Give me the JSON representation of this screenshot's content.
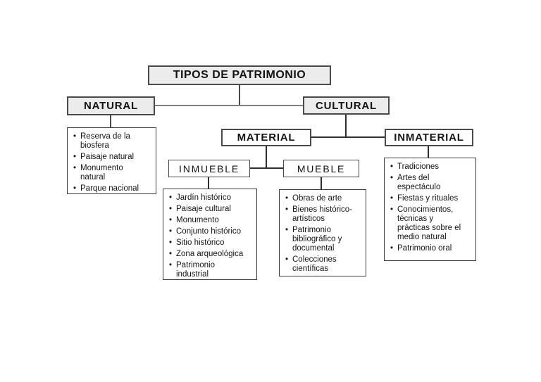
{
  "title": "TIPOS DE PATRIMONIO",
  "nodes": {
    "natural": "NATURAL",
    "cultural": "CULTURAL",
    "material": "MATERIAL",
    "inmaterial": "INMATERIAL",
    "inmueble": "INMUEBLE",
    "mueble": "MUEBLE"
  },
  "lists": {
    "natural": {
      "items": [
        "Reserva de la biosfera",
        "Paisaje natural",
        "Monumento natural",
        "Parque nacional"
      ]
    },
    "inmueble": {
      "items": [
        "Jardín histórico",
        "Paisaje cultural",
        "Monumento",
        "Conjunto histórico",
        "Sitio histórico",
        "Zona arqueológica",
        "Patrimonio industrial"
      ]
    },
    "mueble": {
      "items": [
        "Obras de arte",
        "Bienes histórico-artísticos",
        "Patrimonio bibliográfico y documental",
        "Colecciones científicas"
      ]
    },
    "inmaterial": {
      "items": [
        "Tradiciones",
        "Artes del espectáculo",
        "Fiestas y rituales",
        "Conocimientos, técnicas y prácticas sobre el medio natural",
        "Patrimonio oral"
      ]
    }
  },
  "colors": {
    "header_fill": "#ececec",
    "box_fill": "#ffffff",
    "box_border": "#4a4a4a",
    "connector_dark": "#2e2e2e",
    "connector_gray": "#7f7f7f",
    "text": "#141414",
    "background": "#ffffff"
  }
}
